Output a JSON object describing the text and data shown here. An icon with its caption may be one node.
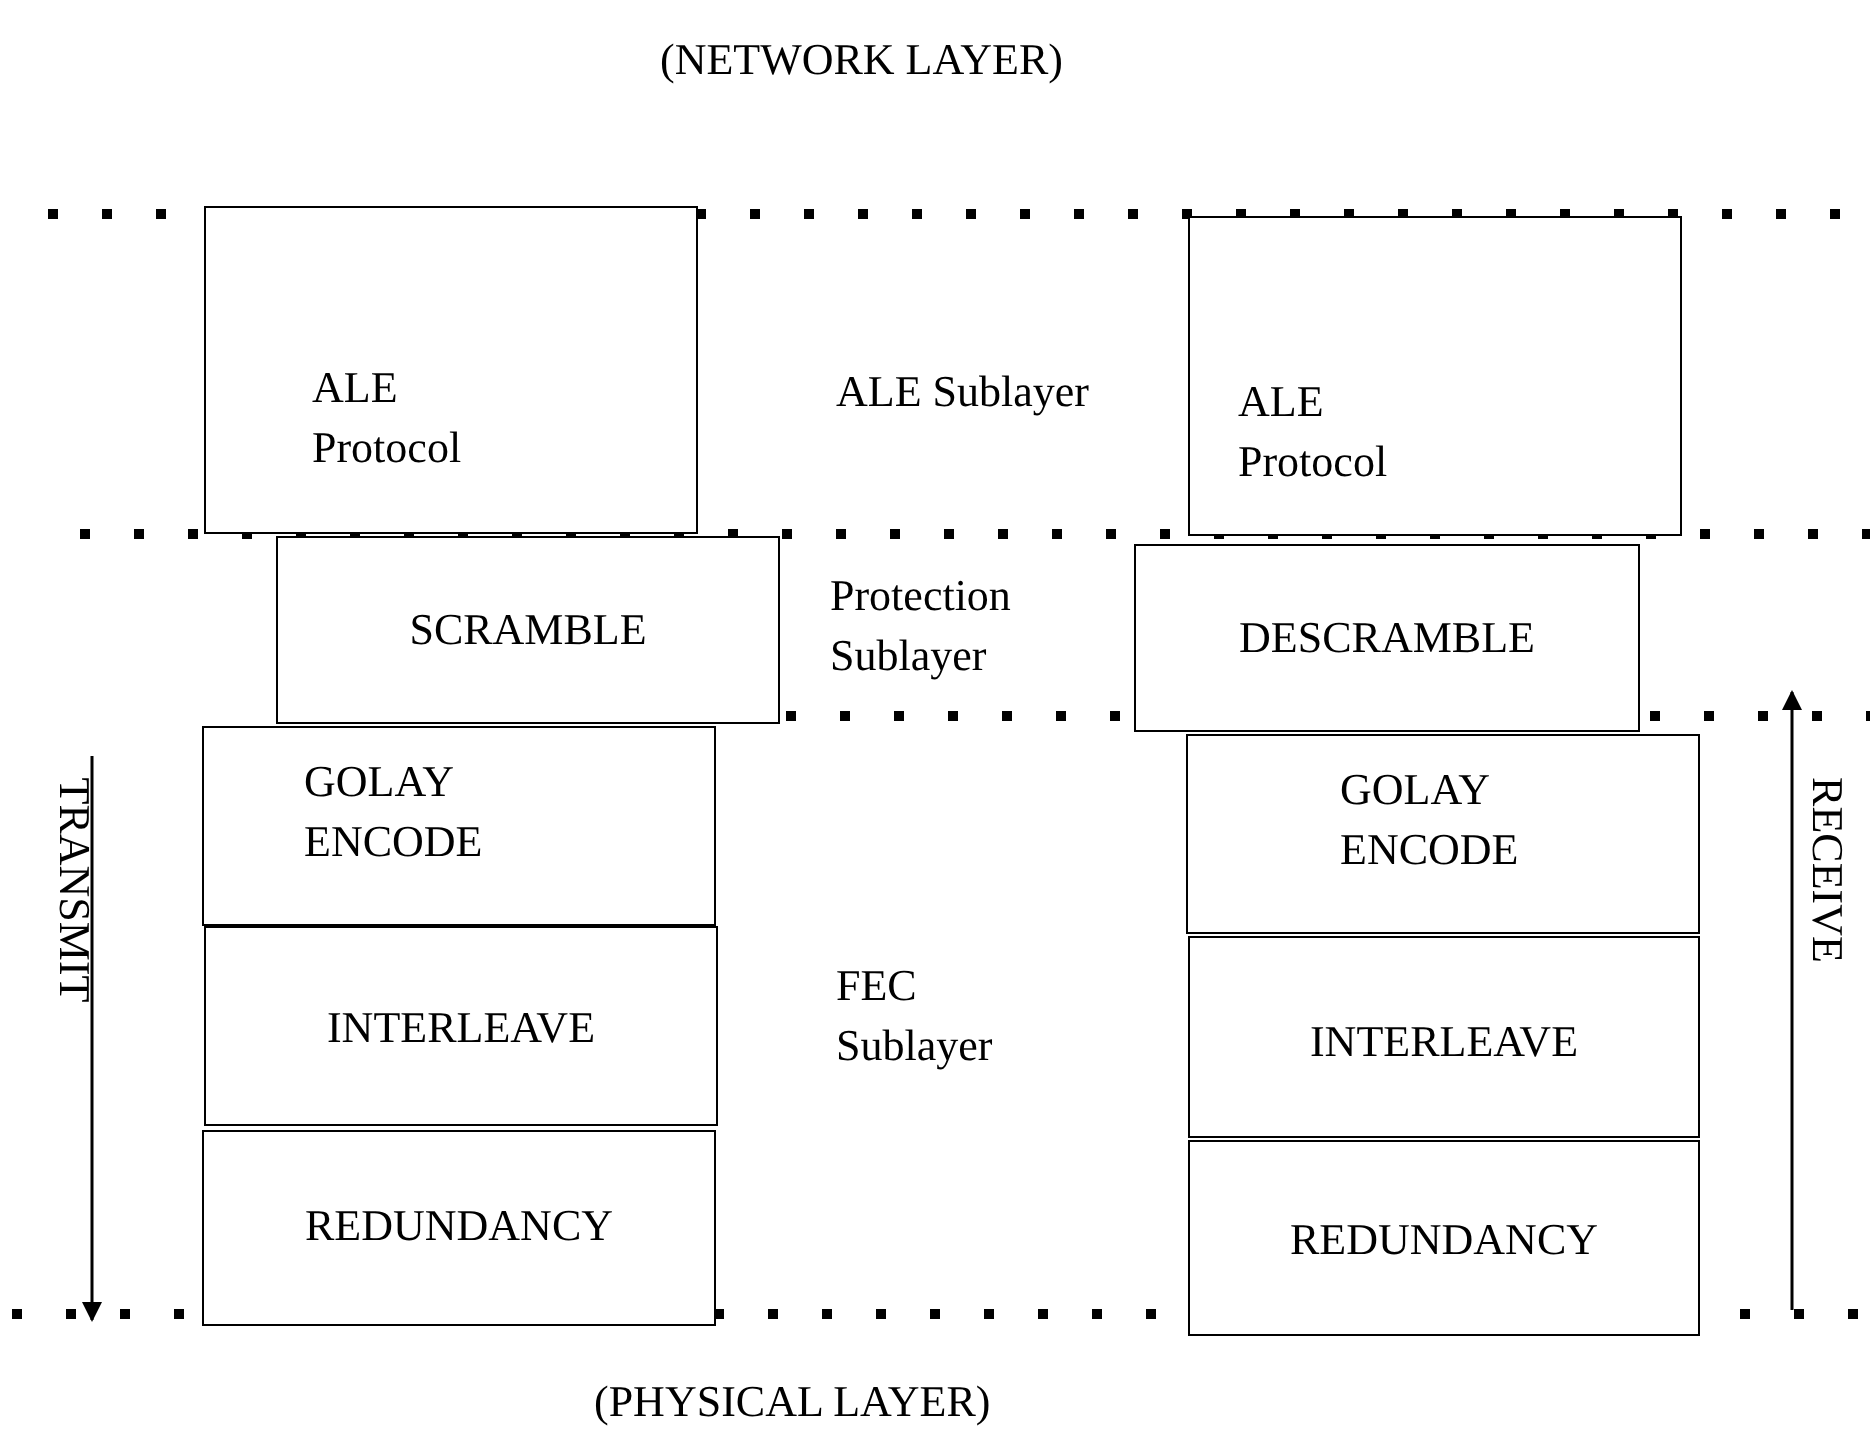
{
  "diagram": {
    "nodes": [
      {
        "text": [
          "ALE Protocol"
        ]
      },
      {
        "text": [
          "SCRAMBLE"
        ]
      },
      {
        "text": [
          "GOLAY ENCODE"
        ]
      },
      {
        "text": [
          "INTERLEAVE"
        ]
      },
      {
        "text": [
          "REDUNDANCY"
        ]
      },
      {
        "text": [
          "ALE Protocol"
        ]
      },
      {
        "text": [
          "DESCRAMBLE"
        ]
      },
      {
        "text": [
          "GOLAY ENCODE"
        ]
      },
      {
        "text": [
          "INTERLEAVE"
        ]
      },
      {
        "text": [
          "REDUNDANCY"
        ]
      }
    ],
    "labels": [
      "(NETWORK LAYER)",
      "ALE Sublayer",
      "Protection Sublayer",
      "FEC Sublayer",
      "TRANSMIT",
      "RECEIVE",
      "(PHYSICAL LAYER)"
    ]
  }
}
